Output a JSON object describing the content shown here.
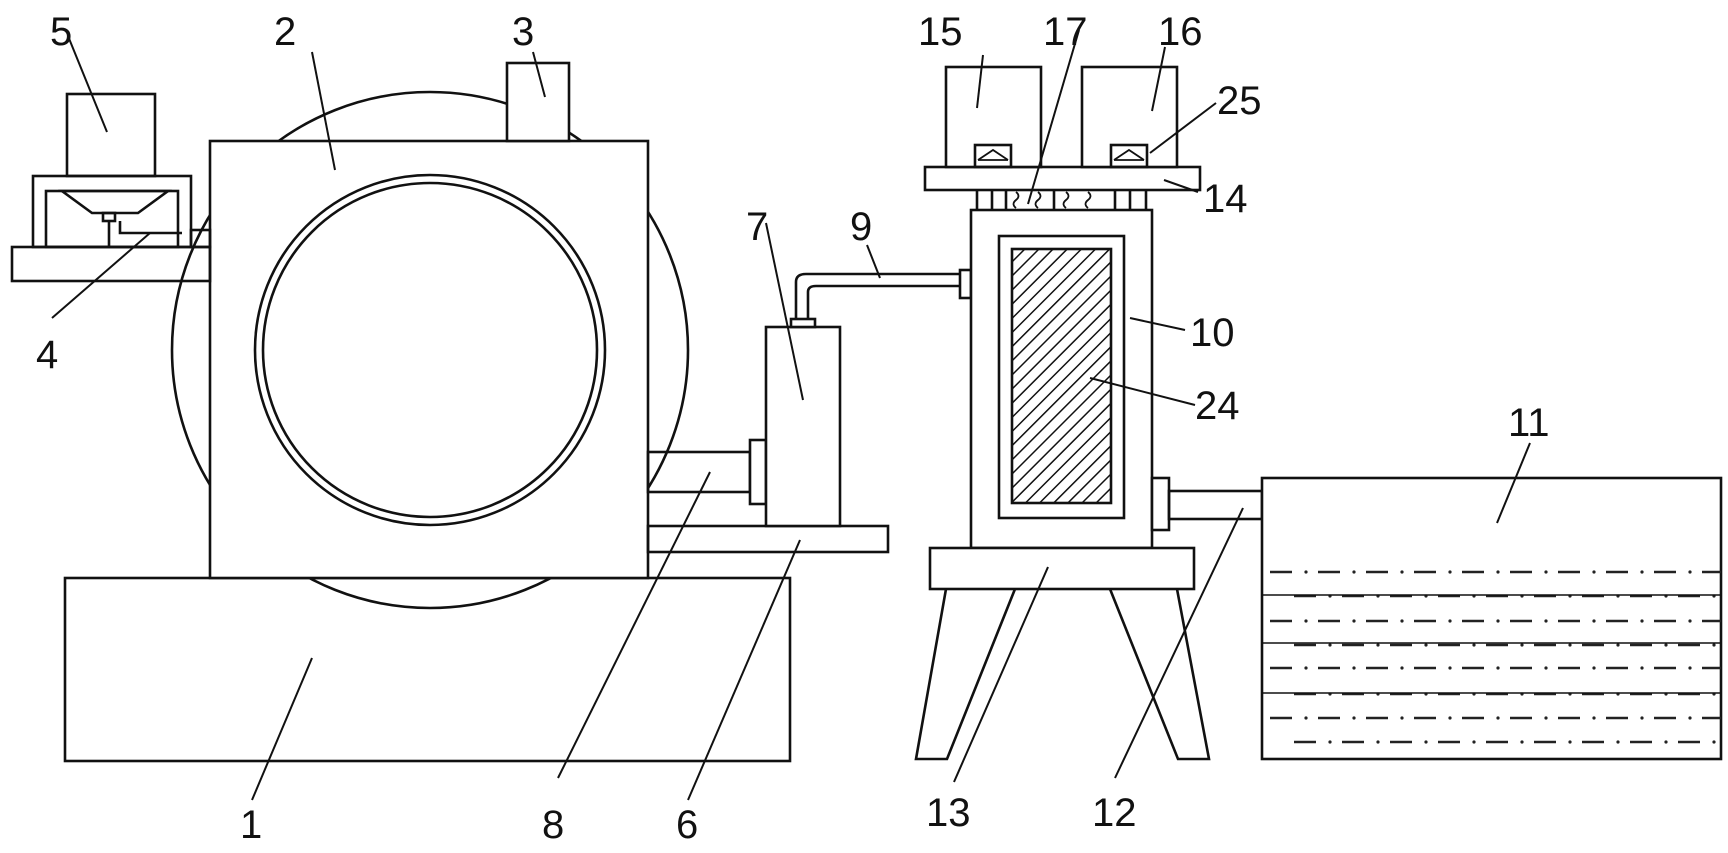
{
  "labels": {
    "n1": "1",
    "n2": "2",
    "n3": "3",
    "n4": "4",
    "n5": "5",
    "n6": "6",
    "n7": "7",
    "n8": "8",
    "n9": "9",
    "n10": "10",
    "n11": "11",
    "n12": "12",
    "n13": "13",
    "n14": "14",
    "n15": "15",
    "n16": "16",
    "n17": "17",
    "n24": "24",
    "n25": "25"
  }
}
